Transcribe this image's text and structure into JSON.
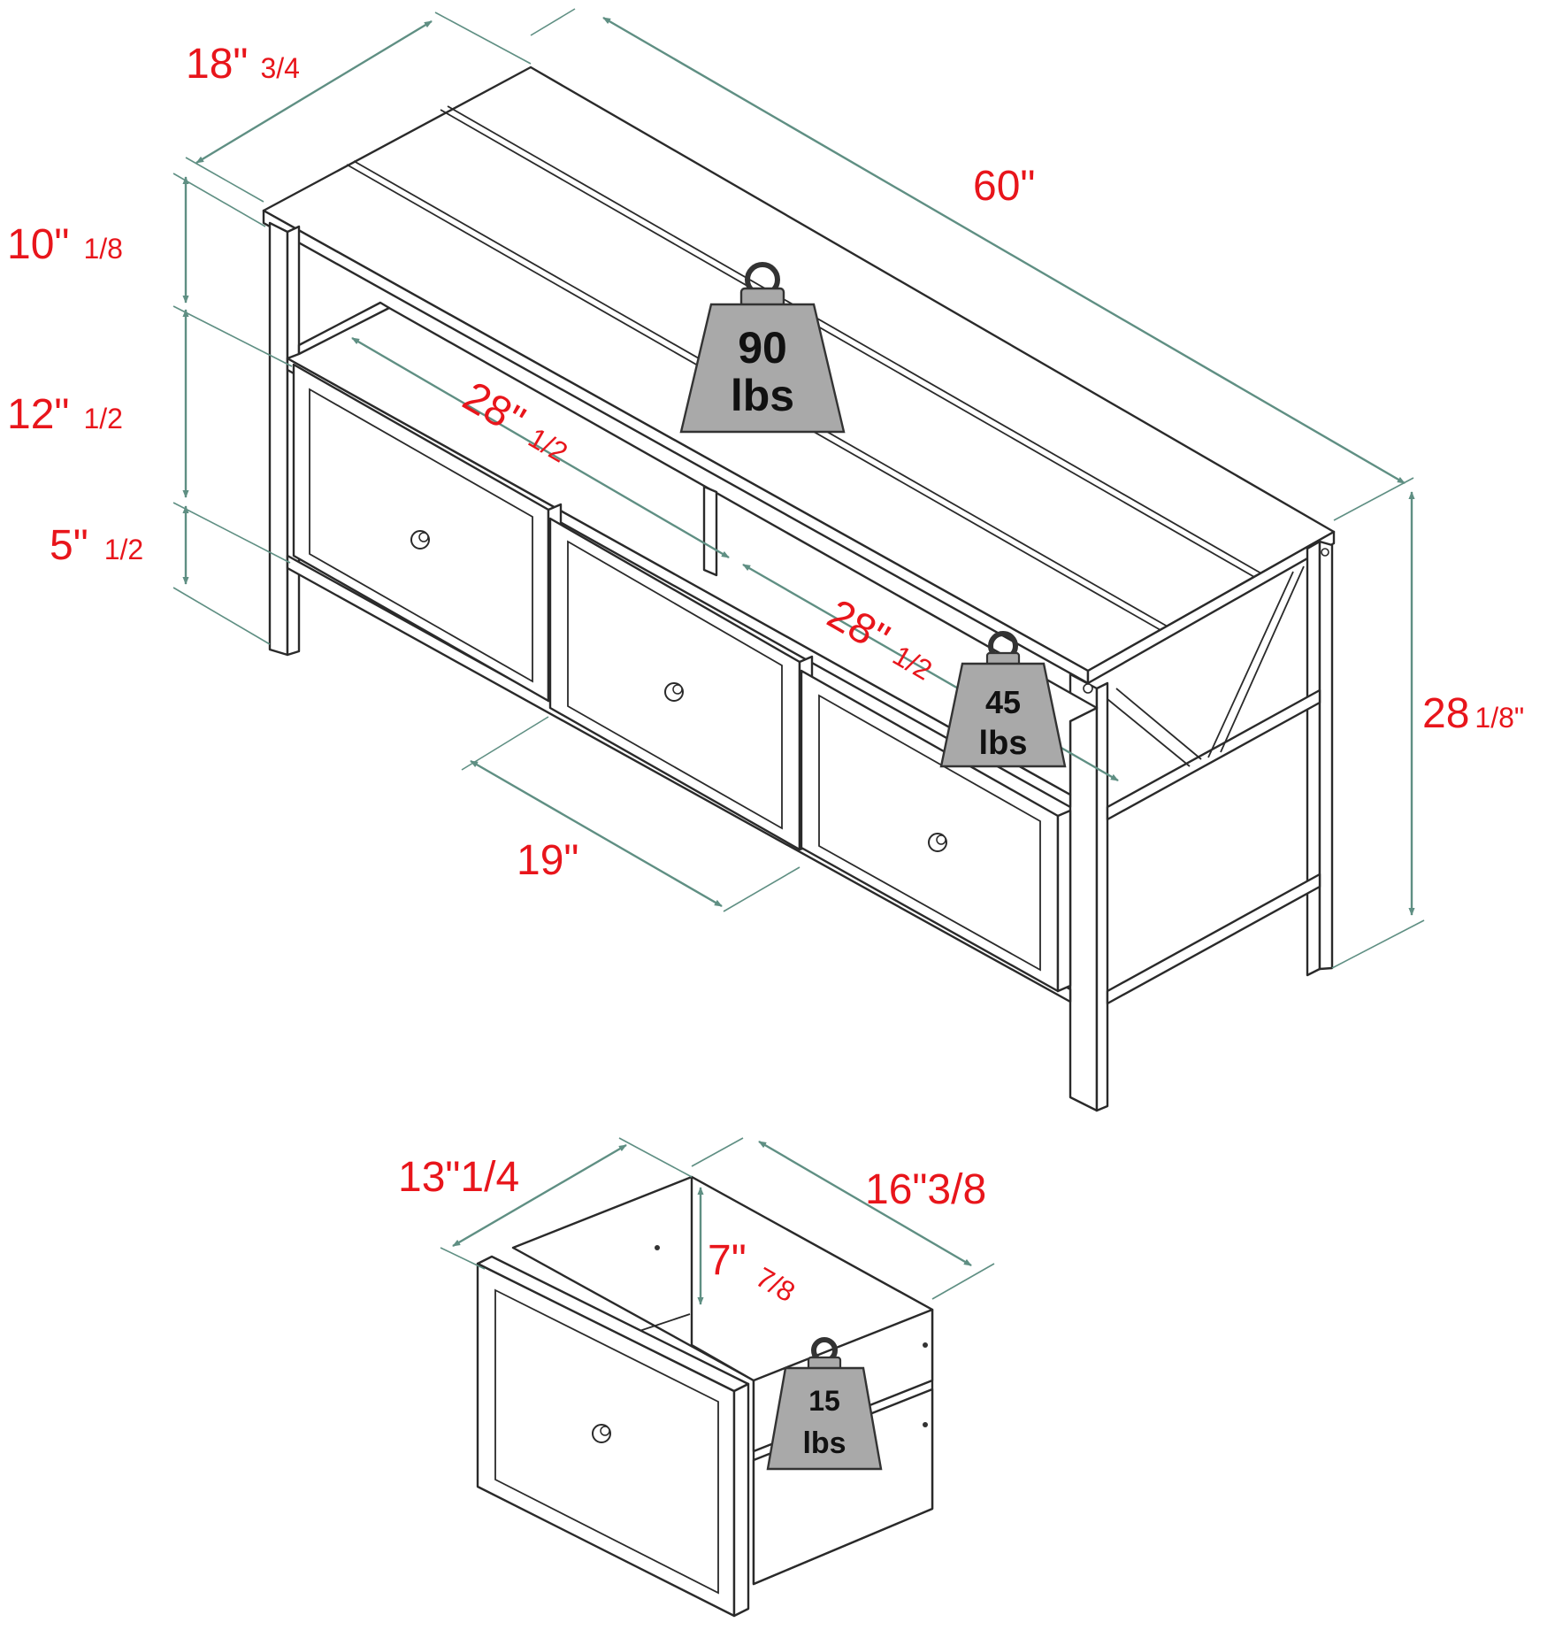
{
  "dimensions": {
    "depth": {
      "main": "18\"",
      "fraction": "3/4"
    },
    "width": {
      "main": "60\""
    },
    "top_shelf_height": {
      "main": "10\"",
      "fraction": "1/8"
    },
    "drawer_zone_height": {
      "main": "12\"",
      "fraction": "1/2"
    },
    "leg_clearance": {
      "main": "5\"",
      "fraction": "1/2"
    },
    "left_shelf_width": {
      "main": "28\"",
      "fraction": "1/2"
    },
    "right_shelf_width": {
      "main": "28\"",
      "fraction": "1/2"
    },
    "drawer_front_width": {
      "main": "19\""
    },
    "total_height": {
      "main": "28",
      "fraction": "1/8\""
    },
    "drawer_width": {
      "main": "13\"1/4"
    },
    "drawer_depth": {
      "main": "16\"3/8"
    },
    "drawer_height": {
      "main": "7\"",
      "fraction": "7/8"
    }
  },
  "weights": {
    "top": {
      "value": "90",
      "unit": "lbs"
    },
    "shelf": {
      "value": "45",
      "unit": "lbs"
    },
    "drawer": {
      "value": "15",
      "unit": "lbs"
    }
  },
  "colors": {
    "label": "#e8151b",
    "dimension_line": "#5f8f83",
    "weight_fill": "#a9a9a9",
    "outline": "#2a2a2a"
  },
  "icons": [
    "weight-icon",
    "drawer-knob-icon"
  ]
}
